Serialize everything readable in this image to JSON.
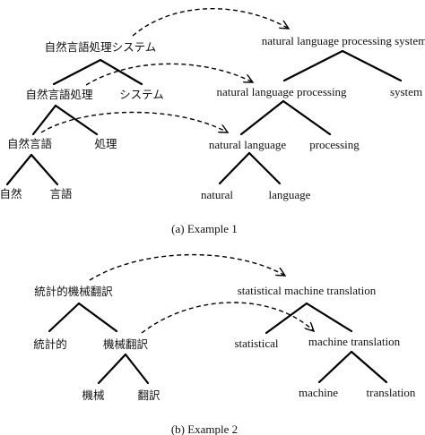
{
  "example1": {
    "caption": "(a)  Example 1",
    "source": {
      "root": "自然言語処理システム",
      "mid_left": "自然言語処理",
      "mid_right": "システム",
      "low_left": "自然言語",
      "low_right": "処理",
      "leaf_left": "自然",
      "leaf_right": "言語"
    },
    "target": {
      "root": "natural language processing system",
      "mid_left": "natural language processing",
      "mid_right": "system",
      "low_left": "natural language",
      "low_right": "processing",
      "leaf_left": "natural",
      "leaf_right": "language"
    }
  },
  "example2": {
    "caption": "(b)  Example 2",
    "source": {
      "root": "統計的機械翻訳",
      "mid_left": "統計的",
      "mid_right": "機械翻訳",
      "leaf_left": "機械",
      "leaf_right": "翻訳"
    },
    "target": {
      "root": "statistical machine translation",
      "mid_left": "statistical",
      "mid_right": "machine translation",
      "leaf_left": "machine",
      "leaf_right": "translation"
    }
  },
  "colors": {
    "line": "#000000",
    "text": "#111111",
    "background": "#ffffff"
  }
}
